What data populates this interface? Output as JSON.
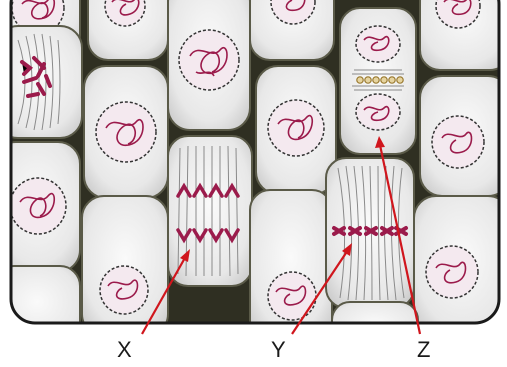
{
  "labels": {
    "x": "X",
    "y": "Y",
    "z": "Z"
  },
  "colors": {
    "wall": "#2f2f22",
    "cytoplasm": "#e6e6e6",
    "nucleus_fill": "#f4e9ef",
    "chromosome": "#9b1b4b",
    "spindle": "#8a8a8a",
    "arrow": "#d0161d"
  },
  "cells": {
    "interphase": [
      "cell-a",
      "cell-b",
      "cell-c",
      "cell-d",
      "cell-e",
      "cell-f",
      "cell-g",
      "cell-h",
      "cell-i",
      "cell-j",
      "cell-k",
      "cell-l",
      "cell-m",
      "cell-n"
    ],
    "dividing": [
      "cell-prophase-corner",
      "cell-x-anaphase",
      "cell-y-metaphase",
      "cell-z-telophase"
    ]
  }
}
